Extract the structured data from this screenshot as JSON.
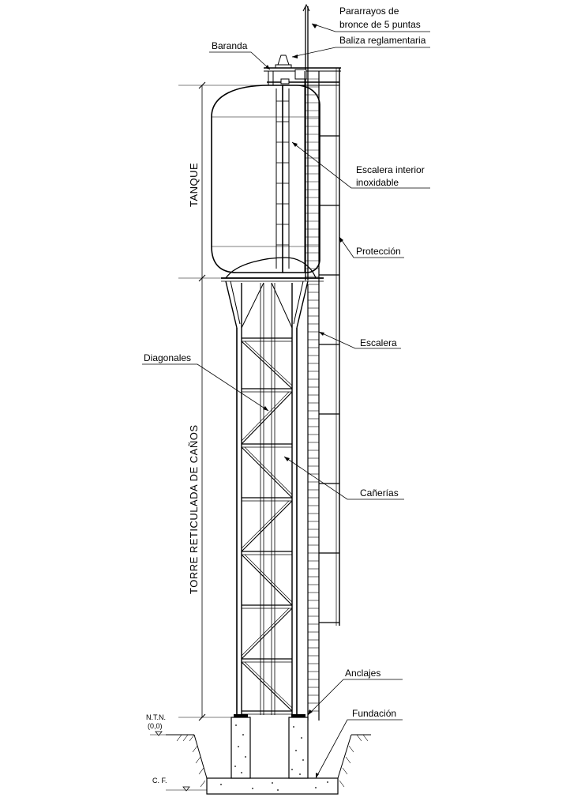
{
  "labels": {
    "pararrayos_l1": "Pararrayos de",
    "pararrayos_l2": "bronce de 5 puntas",
    "baliza": "Baliza reglamentaria",
    "baranda": "Baranda",
    "escalera_interior_l1": "Escalera interior",
    "escalera_interior_l2": "inoxidable",
    "proteccion": "Protección",
    "escalera": "Escalera",
    "diagonales": "Diagonales",
    "canerias": "Cañerías",
    "anclajes": "Anclajes",
    "fundacion": "Fundación"
  },
  "dimensions": {
    "tanque": "TANQUE",
    "torre": "TORRE RETICULADA DE CAÑOS"
  },
  "levels": {
    "ntn_l1": "N.T.N.",
    "ntn_l2": "(0,0)",
    "cf": "C. F."
  }
}
